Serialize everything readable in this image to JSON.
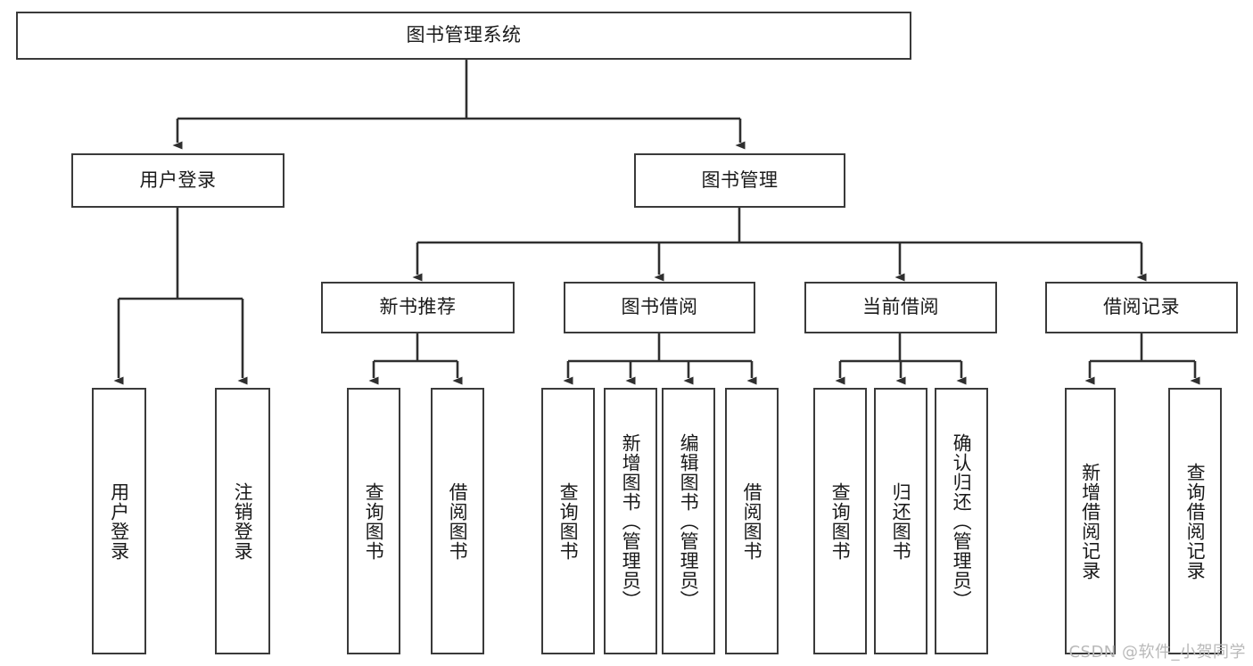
{
  "diagram": {
    "title": "图书管理系统",
    "type": "tree",
    "stroke_color": "#3a3a3a",
    "background_color": "#ffffff",
    "text_color": "#1a1a1a",
    "root": {
      "label": "图书管理系统"
    },
    "level2": [
      {
        "label": "用户登录"
      },
      {
        "label": "图书管理"
      }
    ],
    "level3": [
      {
        "label": "新书推荐"
      },
      {
        "label": "图书借阅"
      },
      {
        "label": "当前借阅"
      },
      {
        "label": "借阅记录"
      }
    ],
    "leaves": {
      "user_login": [
        {
          "label": "用户登录"
        },
        {
          "label": "注销登录"
        }
      ],
      "new_book_recommend": [
        {
          "label": "查询图书"
        },
        {
          "label": "借阅图书"
        }
      ],
      "book_borrow": [
        {
          "label": "查询图书"
        },
        {
          "label": "新增图书（管理员）"
        },
        {
          "label": "编辑图书（管理员）"
        },
        {
          "label": "借阅图书"
        }
      ],
      "current_borrow": [
        {
          "label": "查询图书"
        },
        {
          "label": "归还图书"
        },
        {
          "label": "确认归还（管理员）"
        }
      ],
      "borrow_record": [
        {
          "label": "新增借阅记录"
        },
        {
          "label": "查询借阅记录"
        }
      ]
    }
  },
  "watermark": {
    "text": "CSDN @软件_小贺同学",
    "color": "#b9b9b9"
  }
}
